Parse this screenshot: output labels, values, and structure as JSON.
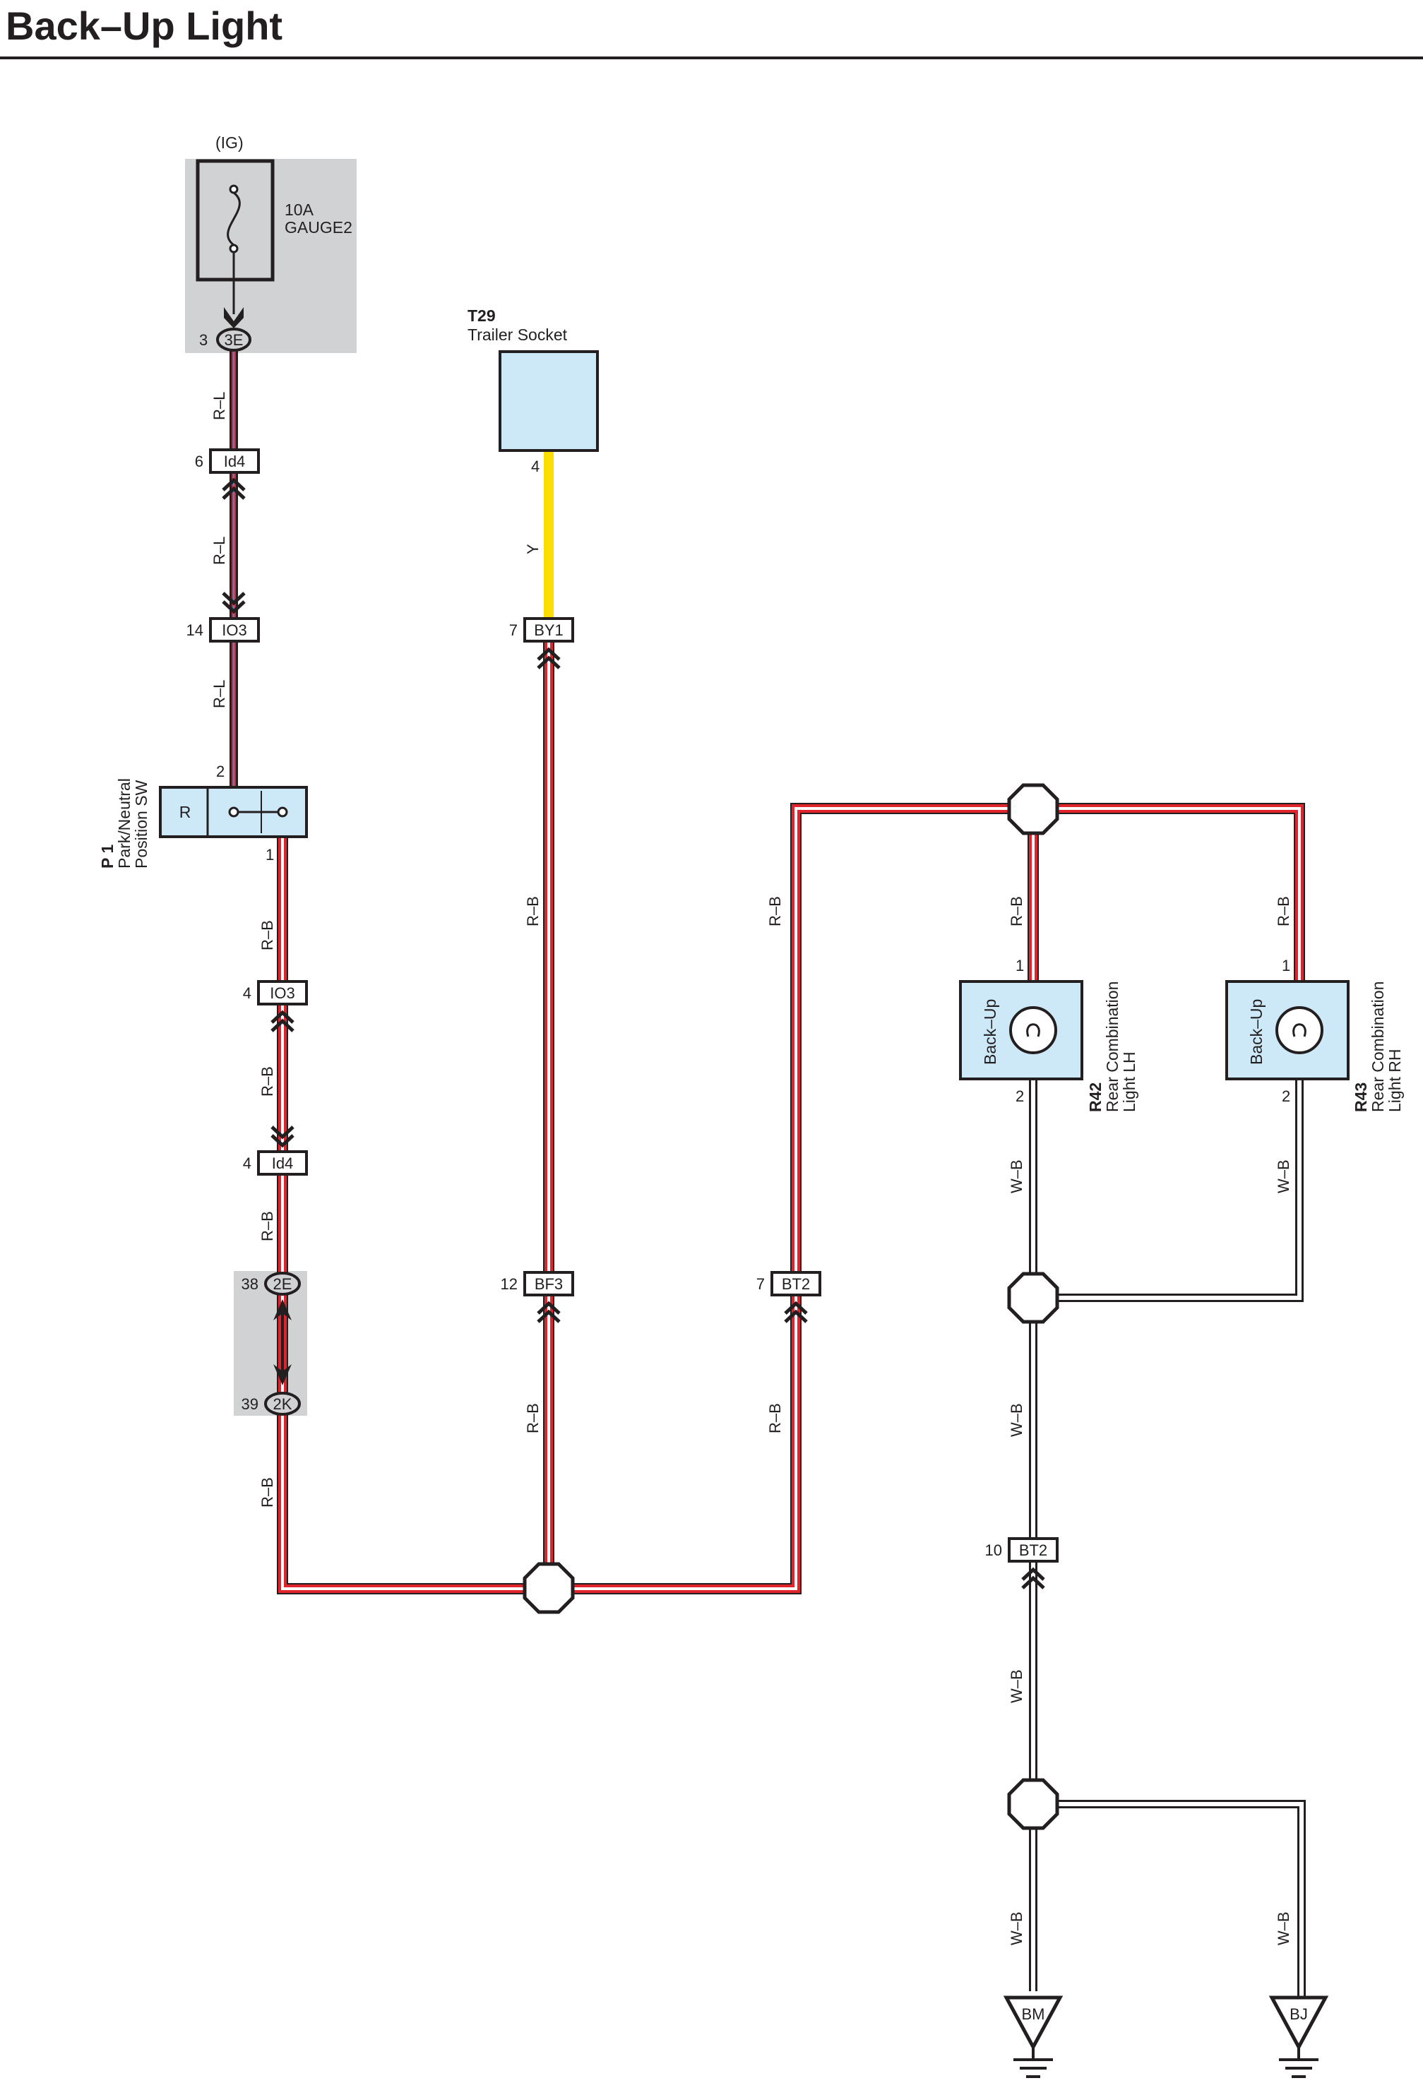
{
  "title": "Back–Up Light",
  "fuse": {
    "supply": "(IG)",
    "rating": "10A",
    "name": "GAUGE2",
    "pin": "3",
    "connector": "3E"
  },
  "trailer_socket": {
    "code": "T29",
    "name": "Trailer Socket",
    "pin": "4"
  },
  "switch": {
    "code": "P 1",
    "name_line1": "Park/Neutral",
    "name_line2": "Position SW",
    "contact_label": "R",
    "pin_in": "2",
    "pin_out": "1"
  },
  "lamp_lh": {
    "code": "R42",
    "name_line1": "Rear Combination",
    "name_line2": "Light LH",
    "function": "Back–Up",
    "pin_top": "1",
    "pin_bottom": "2"
  },
  "lamp_rh": {
    "code": "R43",
    "name_line1": "Rear Combination",
    "name_line2": "Light RH",
    "function": "Back–Up",
    "pin_top": "1",
    "pin_bottom": "2"
  },
  "connectors": {
    "id4_upper": {
      "pin": "6",
      "name": "Id4"
    },
    "io3_upper": {
      "pin": "14",
      "name": "IO3"
    },
    "io3_lower": {
      "pin": "4",
      "name": "IO3"
    },
    "id4_lower": {
      "pin": "4",
      "name": "Id4"
    },
    "c2e": {
      "pin": "38",
      "name": "2E"
    },
    "c2k": {
      "pin": "39",
      "name": "2K"
    },
    "by1": {
      "pin": "7",
      "name": "BY1"
    },
    "bf3": {
      "pin": "12",
      "name": "BF3"
    },
    "bt2_upper": {
      "pin": "7",
      "name": "BT2"
    },
    "bt2_lower": {
      "pin": "10",
      "name": "BT2"
    }
  },
  "wire_colors": {
    "r_l": "R–L",
    "r_b": "R–B",
    "y": "Y",
    "w_b": "W–B"
  },
  "grounds": {
    "bm": "BM",
    "bj": "BJ"
  },
  "colors": {
    "component_fill": "#cde9f8",
    "shaded_box": "#d1d2d4",
    "wire_red": "#e0242b",
    "wire_blue": "#3c8ed4",
    "wire_yellow": "#fede00",
    "line": "#231f20"
  }
}
